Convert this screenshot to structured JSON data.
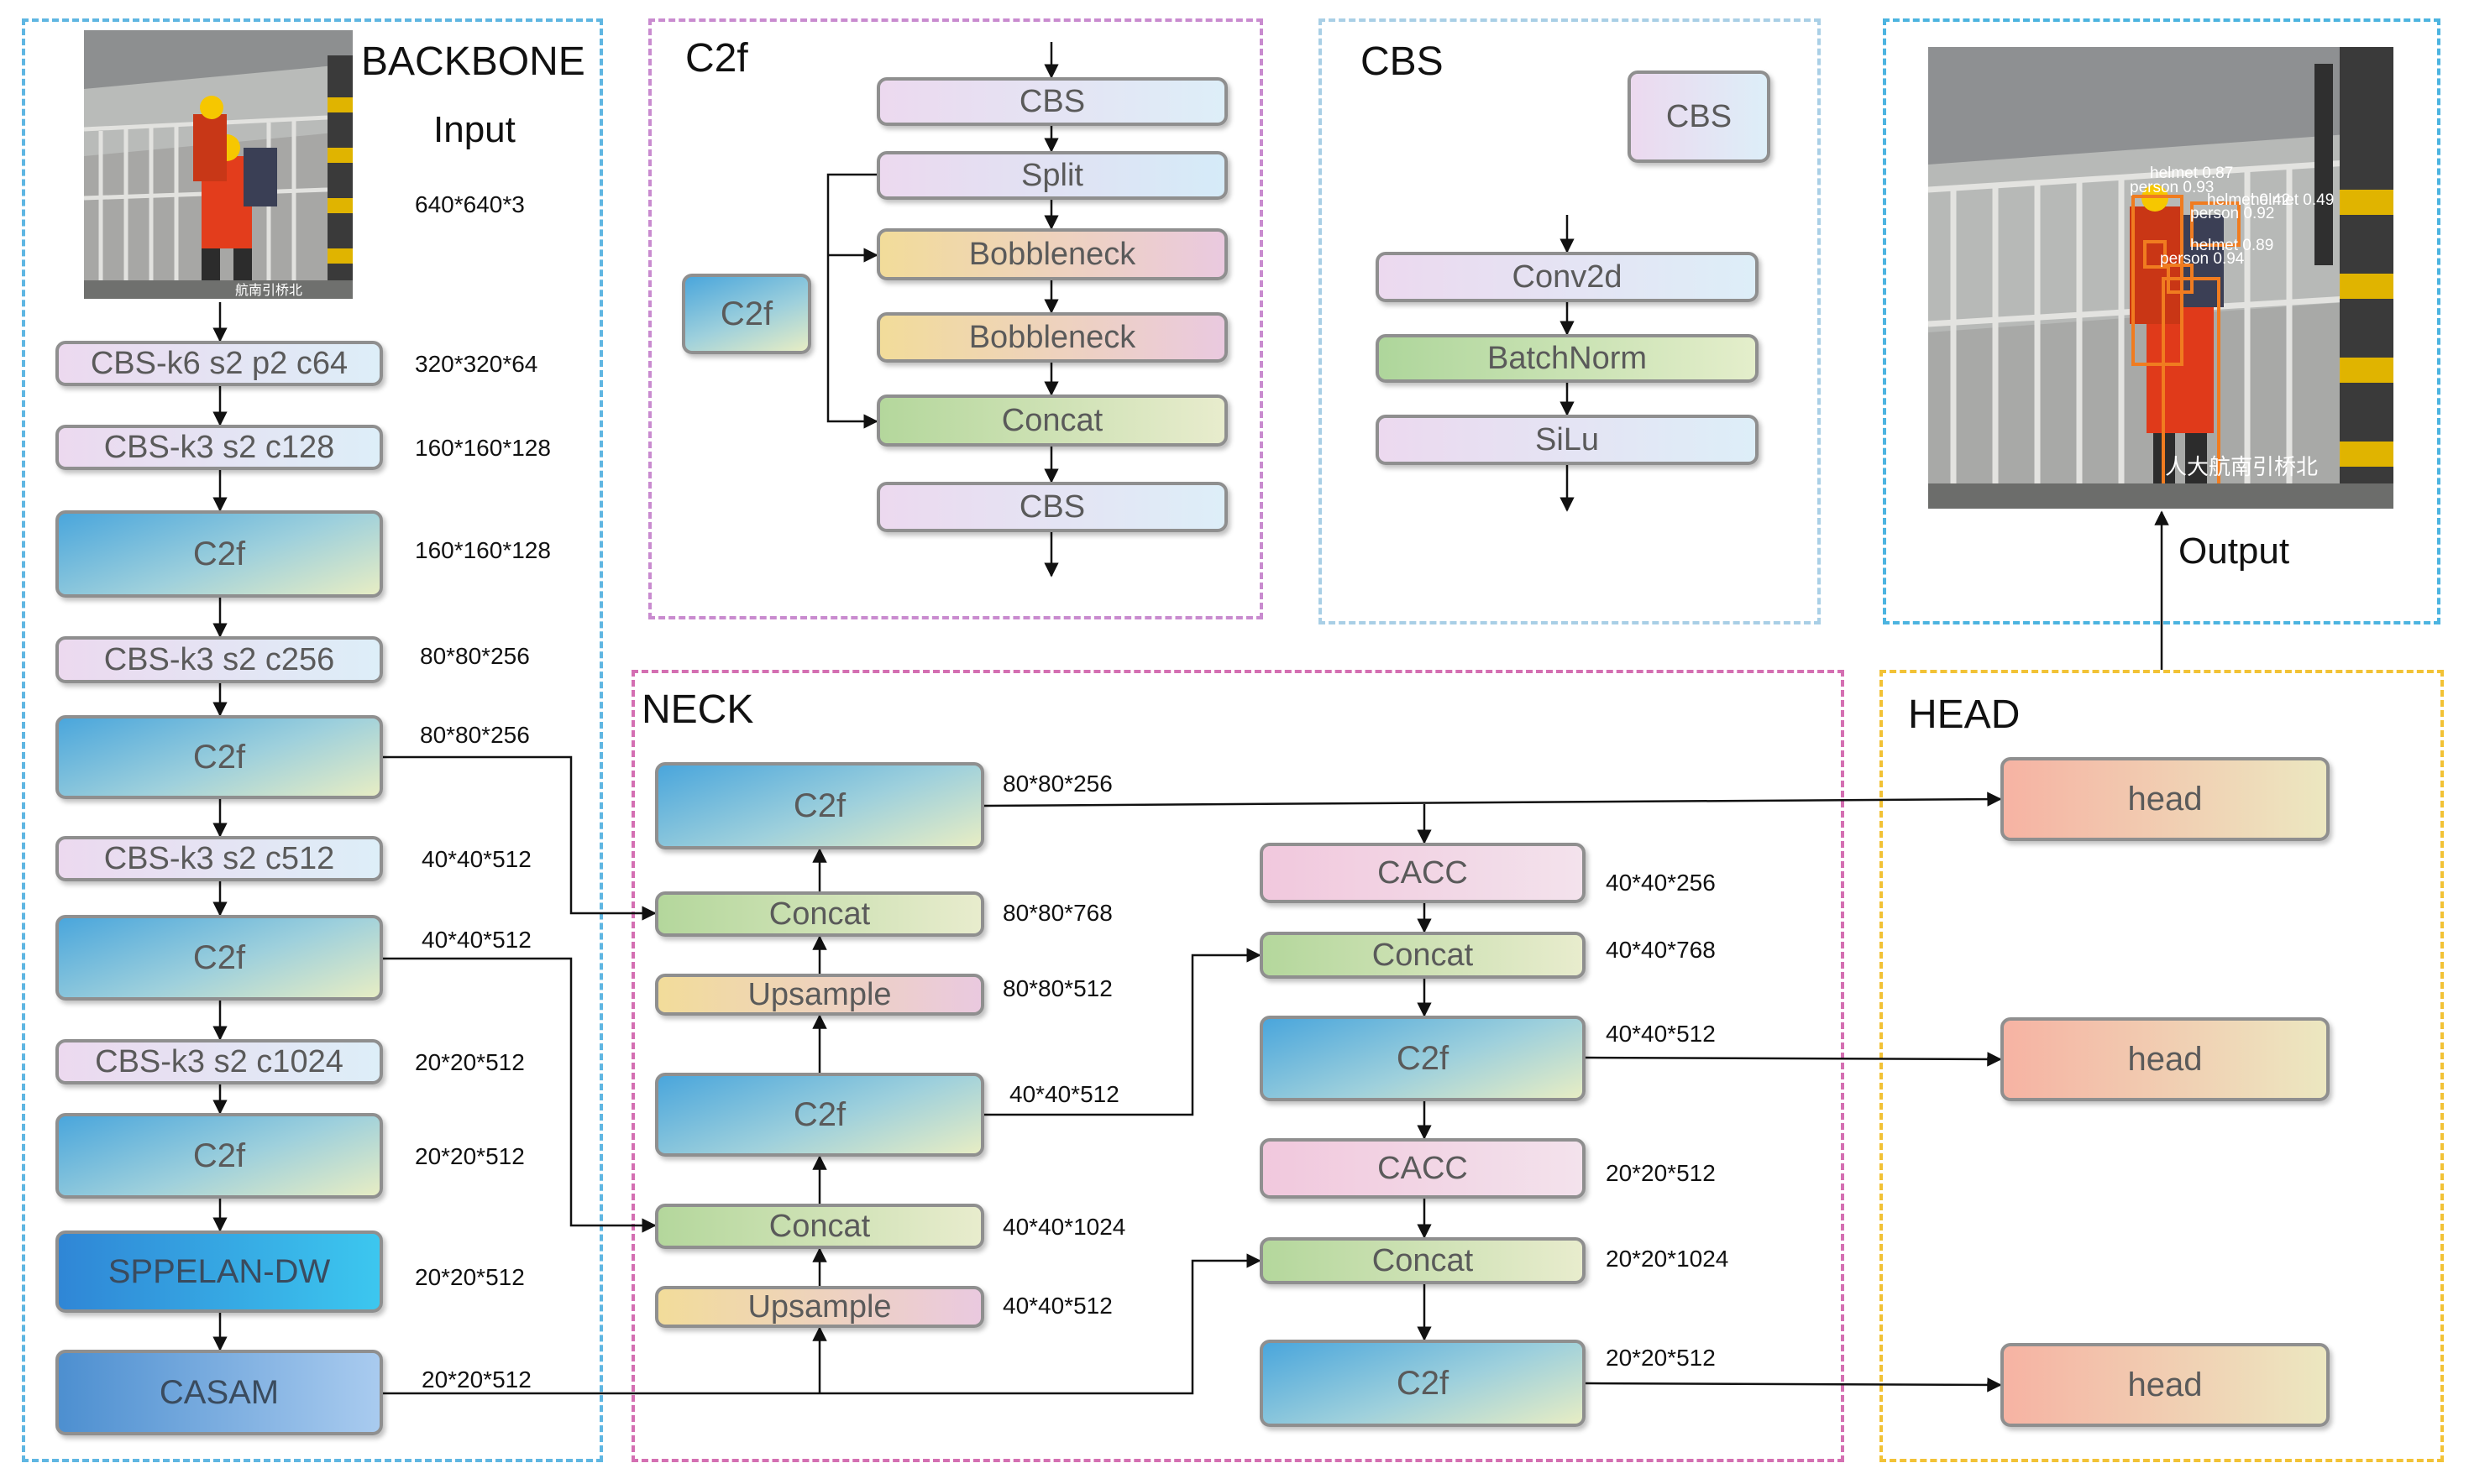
{
  "panels": {
    "backbone": {
      "title": "BACKBONE",
      "input_label": "Input",
      "input_dim": "640*640*3",
      "color": "#5fb6e2"
    },
    "c2f": {
      "title": "C2f",
      "color": "#c98bcf"
    },
    "cbs": {
      "title": "CBS",
      "color": "#a9cfe6"
    },
    "output": {
      "label": "Output",
      "color": "#4cb4e0"
    },
    "neck": {
      "title": "NECK",
      "color": "#d46fb2"
    },
    "head": {
      "title": "HEAD",
      "color": "#f2c236"
    }
  },
  "backbone_blocks": [
    {
      "label": "CBS-k6 s2 p2 c64",
      "dim": "320*320*64"
    },
    {
      "label": "CBS-k3 s2 c128",
      "dim": "160*160*128"
    },
    {
      "label": "C2f",
      "dim": "160*160*128"
    },
    {
      "label": "CBS-k3 s2 c256",
      "dim": "80*80*256"
    },
    {
      "label": "C2f",
      "dim": "80*80*256"
    },
    {
      "label": "CBS-k3 s2 c512",
      "dim": "40*40*512"
    },
    {
      "label": "C2f",
      "dim": "40*40*512"
    },
    {
      "label": "CBS-k3 s2 c1024",
      "dim": "20*20*512"
    },
    {
      "label": "C2f",
      "dim": "20*20*512"
    },
    {
      "label": "SPPELAN-DW",
      "dim": "20*20*512"
    },
    {
      "label": "CASAM",
      "dim": "20*20*512"
    }
  ],
  "c2f_detail": {
    "side_block": "C2f",
    "blocks": [
      "CBS",
      "Split",
      "Bobbleneck",
      "Bobbleneck",
      "Concat",
      "CBS"
    ]
  },
  "cbs_detail": {
    "top_block": "CBS",
    "blocks": [
      "Conv2d",
      "BatchNorm",
      "SiLu"
    ]
  },
  "neck_left": [
    {
      "label": "C2f",
      "dim": "80*80*256"
    },
    {
      "label": "Concat",
      "dim": "80*80*768"
    },
    {
      "label": "Upsample",
      "dim": "80*80*512"
    },
    {
      "label": "C2f",
      "dim": "40*40*512"
    },
    {
      "label": "Concat",
      "dim": "40*40*1024"
    },
    {
      "label": "Upsample",
      "dim": "40*40*512"
    }
  ],
  "neck_right": [
    {
      "label": "CACC",
      "dim": "40*40*256"
    },
    {
      "label": "Concat",
      "dim": "40*40*768"
    },
    {
      "label": "C2f",
      "dim": "40*40*512"
    },
    {
      "label": "CACC",
      "dim": "20*20*512"
    },
    {
      "label": "Concat",
      "dim": "20*20*1024"
    },
    {
      "label": "C2f",
      "dim": "20*20*512"
    }
  ],
  "heads": [
    "head",
    "head",
    "head"
  ],
  "output_photo": {
    "detections": [
      "helmet 0.87",
      "person 0.93",
      "helmet 0.49",
      "helmet 0.42",
      "person 0.92",
      "helmet 0.89",
      "person 0.94"
    ],
    "watermark": "人大航南引桥北"
  },
  "input_photo": {
    "watermark": "航南引桥北"
  }
}
